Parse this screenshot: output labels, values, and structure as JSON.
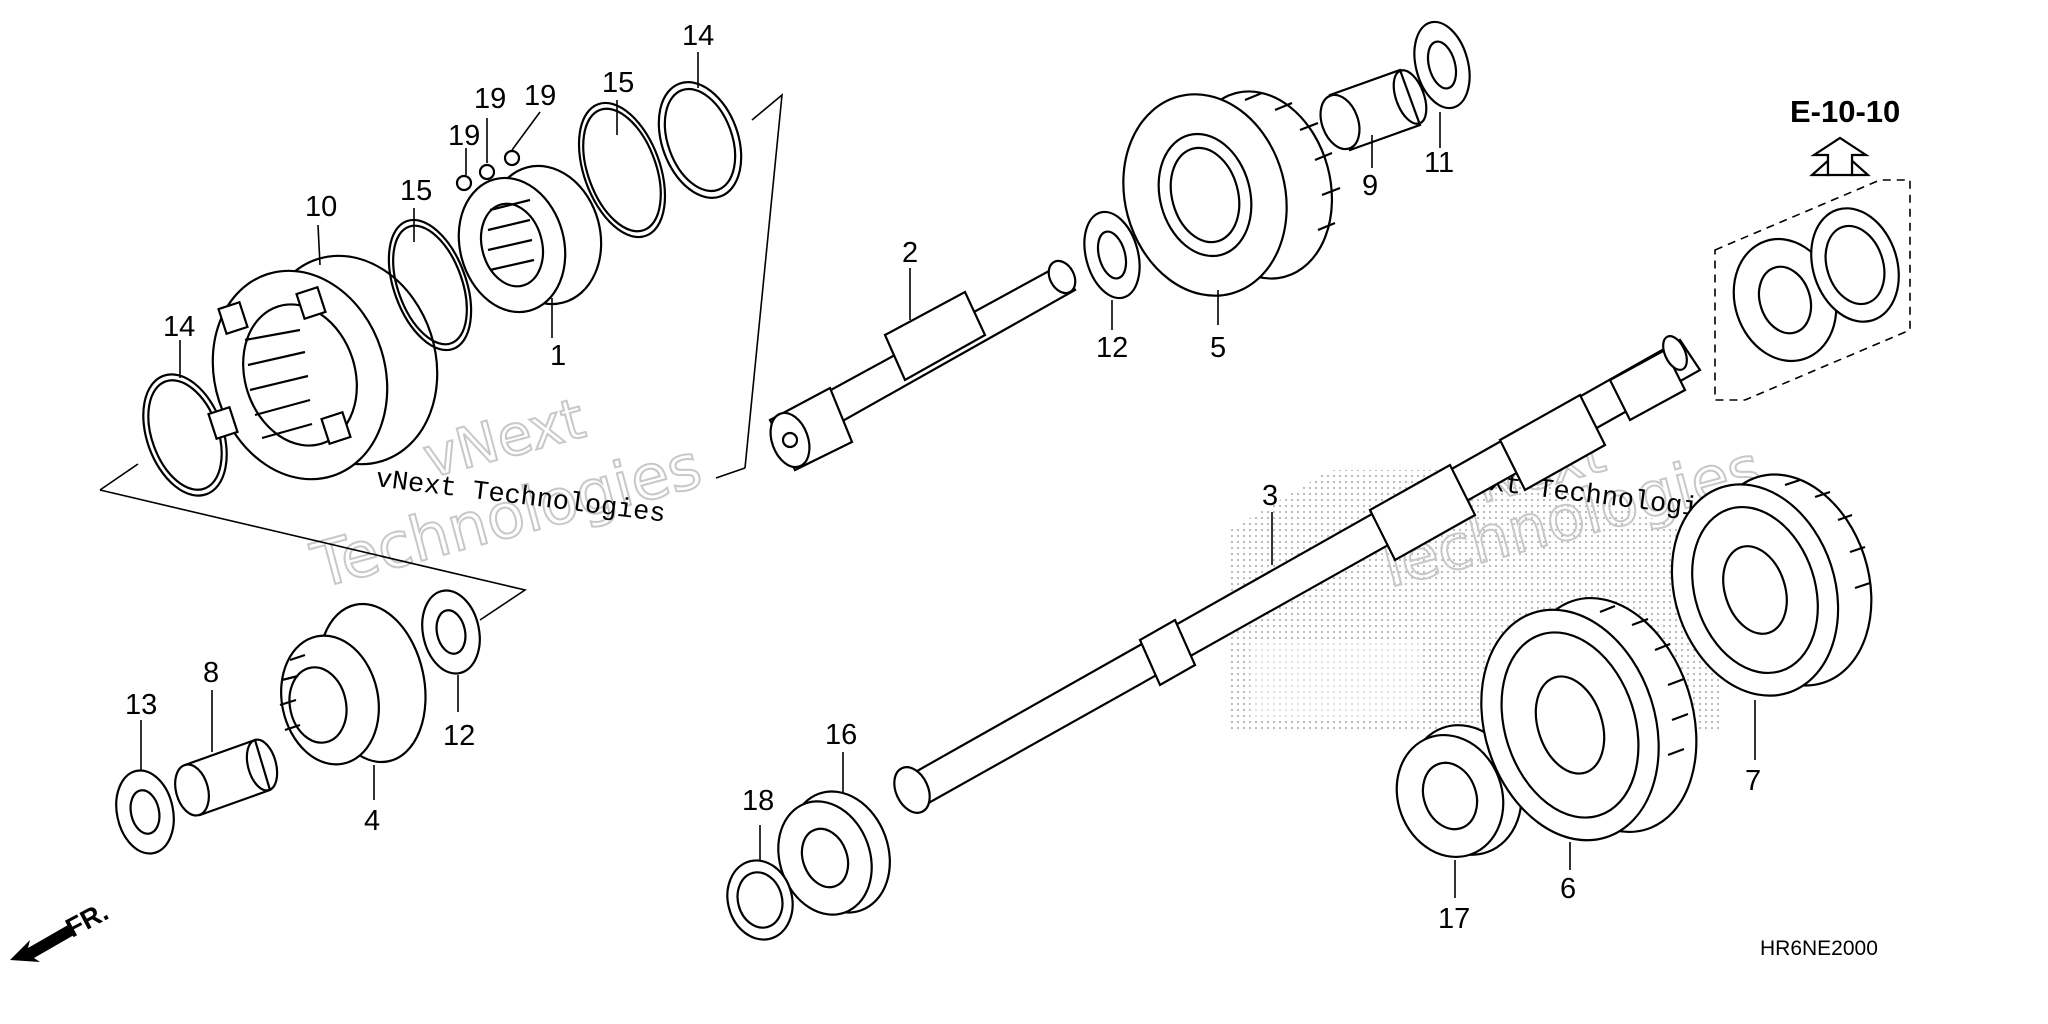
{
  "diagram": {
    "callouts": {
      "c1": "1",
      "c2": "2",
      "c3": "3",
      "c4": "4",
      "c5": "5",
      "c6": "6",
      "c7": "7",
      "c8": "8",
      "c9": "9",
      "c10": "10",
      "c11": "11",
      "c12a": "12",
      "c12b": "12",
      "c13": "13",
      "c14a": "14",
      "c14b": "14",
      "c15a": "15",
      "c15b": "15",
      "c16": "16",
      "c17": "17",
      "c18": "18",
      "c19a": "19",
      "c19b": "19",
      "c19c": "19"
    },
    "reference": "E-10-10",
    "diagram_code": "HR6NE2000",
    "front_marker": "FR.",
    "watermark": {
      "brand_line1": "vNext",
      "brand_line2": "Technologies",
      "caption": "vNext Technologies"
    }
  }
}
